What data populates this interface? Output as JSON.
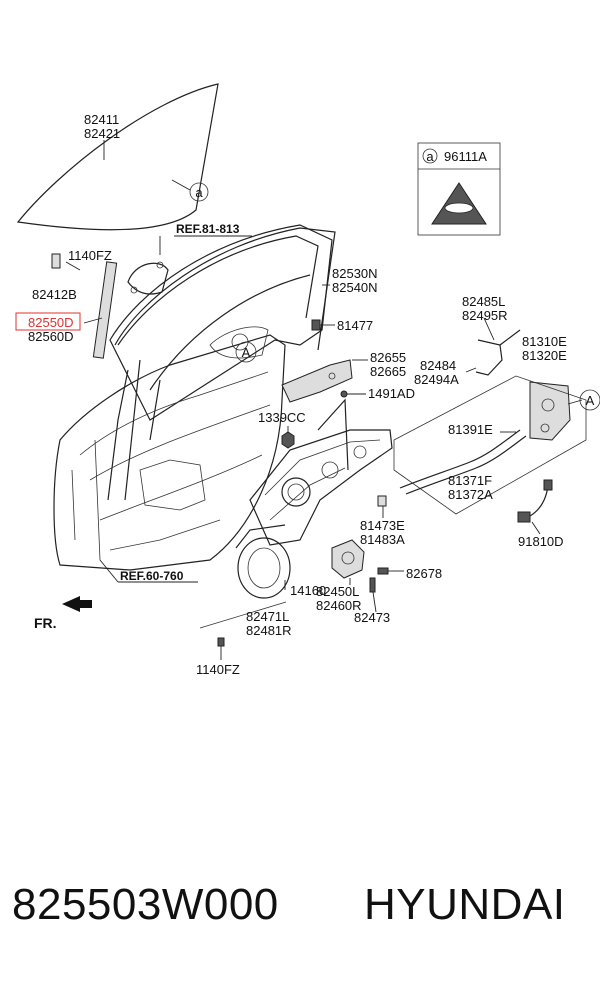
{
  "diagram": {
    "labels": {
      "glass_a": "82411",
      "glass_b": "82421",
      "bolt_top": "1140FZ",
      "channel_lower": "82412B",
      "channel_hl": "82550D",
      "channel_lower2": "82560D",
      "ref_upper": "REF.81-813",
      "weatherstrip_a": "82530N",
      "weatherstrip_b": "82540N",
      "bolt_81477": "81477",
      "handle_a": "82655",
      "handle_b": "82665",
      "clip_1491": "1491AD",
      "nut_1339": "1339CC",
      "rod_a": "82485L",
      "rod_b": "82495R",
      "latch_a": "81310E",
      "latch_b": "81320E",
      "bracket_a": "82484",
      "bracket_b": "82494A",
      "cable_a": "81391E",
      "cable_b": "81371F",
      "cable_c": "81372A",
      "sw_a": "81473E",
      "sw_b": "81483A",
      "harness": "91810D",
      "bolt_82678": "82678",
      "motor_a": "82450L",
      "motor_b": "82460R",
      "bolt_82473": "82473",
      "grommet": "14160",
      "reg_a": "82471L",
      "reg_b": "82481R",
      "bolt_bottom": "1140FZ",
      "ref_lower": "REF.60-760",
      "front": "FR.",
      "legend_code": "96111A",
      "circle_a": "a",
      "circle_A": "A"
    }
  },
  "caption": {
    "part_number": "825503W000",
    "brand": "HYUNDAI"
  },
  "colors": {
    "highlight": "#e03030",
    "line": "#222222"
  }
}
